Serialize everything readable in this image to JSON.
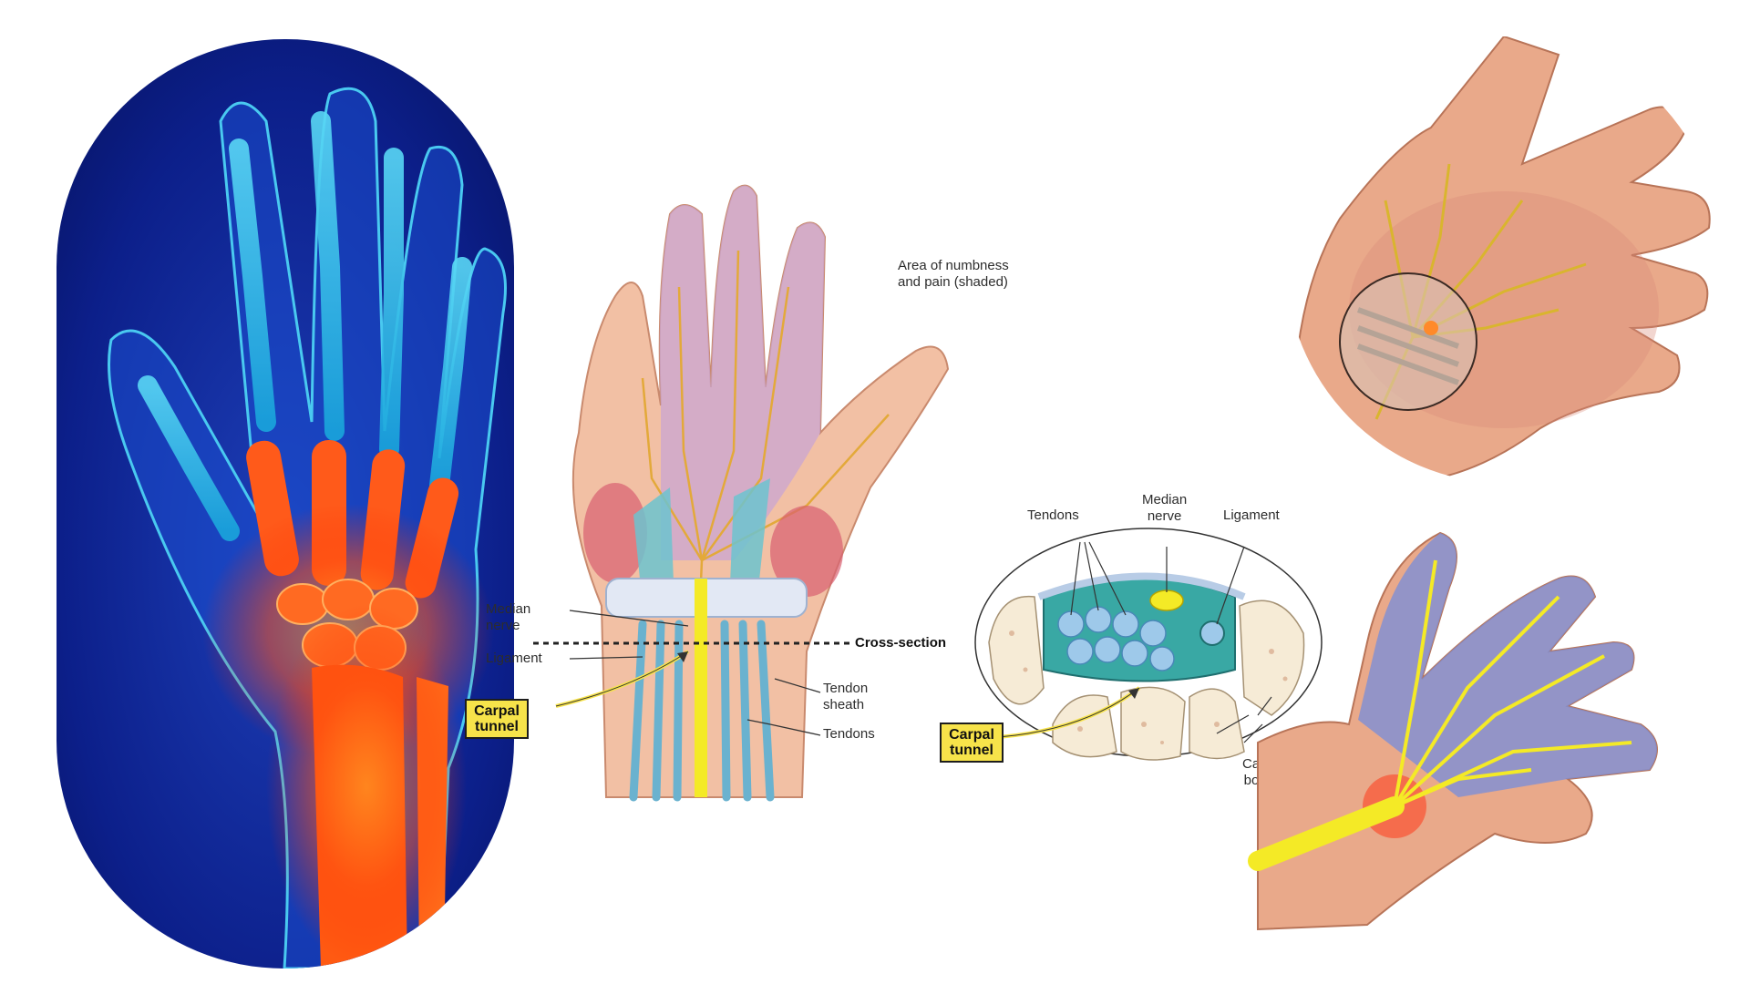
{
  "colors": {
    "xray_bg": "#0b1f86",
    "xray_glow": "#1fc8f0",
    "inflammation": "#ff5a1a",
    "skin": "#f0b89a",
    "numb_shade": "#c8a2cc",
    "nerve": "#f2c14e",
    "median_nerve_highlight": "#f4ea26",
    "callout_fill": "#f7e34a",
    "ligament": "#dfe6f3",
    "tendon": "#5fb9c9",
    "bone": "#f6ebd6",
    "affected_area_blue": "#7d8fd6"
  },
  "palm_diagram": {
    "area_label_line1": "Area of numbness",
    "area_label_line2": "and pain (shaded)",
    "median_nerve_line1": "Median",
    "median_nerve_line2": "nerve",
    "ligament": "Ligament",
    "cross_section": "Cross-section",
    "tendon_sheath_line1": "Tendon",
    "tendon_sheath_line2": "sheath",
    "tendons": "Tendons",
    "carpal_tunnel_line1": "Carpal",
    "carpal_tunnel_line2": "tunnel"
  },
  "cross_section_diagram": {
    "tendons": "Tendons",
    "median_nerve_line1": "Median",
    "median_nerve_line2": "nerve",
    "ligament": "Ligament",
    "carpal_tunnel_line1": "Carpal",
    "carpal_tunnel_line2": "tunnel",
    "carpal_bones_line1": "Carpal",
    "carpal_bones_line2": "bones"
  }
}
